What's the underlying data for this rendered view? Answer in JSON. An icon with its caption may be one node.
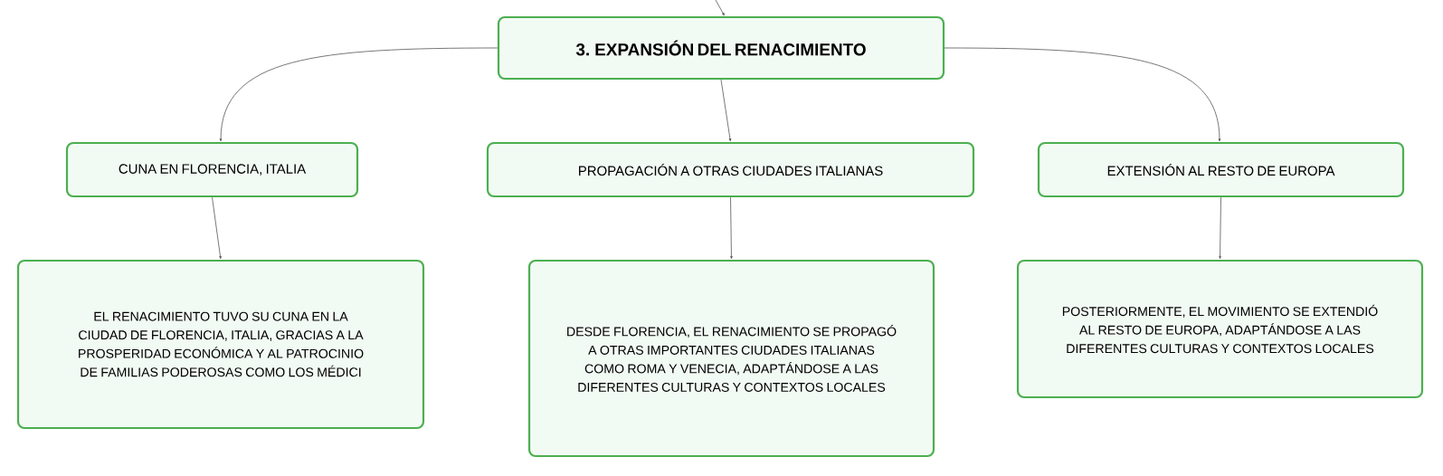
{
  "diagram": {
    "nodes": [
      {
        "text": [
          "3. EXPANSIÓN DEL RENACIMIENTO"
        ]
      },
      {
        "text": [
          "CUNA EN FLORENCIA, ITALIA"
        ]
      },
      {
        "text": [
          "PROPAGACIÓN A OTRAS CIUDADES ITALIANAS"
        ]
      },
      {
        "text": [
          "EXTENSIÓN AL RESTO DE EUROPA"
        ]
      },
      {
        "text": [
          "EL RENACIMIENTO TUVO SU CUNA EN LA CIUDAD DE FLORENCIA, ITALIA, GRACIAS A LA PROSPERIDAD ECONÓMICA Y AL PATROCINIO DE FAMILIAS PODEROSAS COMO LOS MÉDICI"
        ]
      },
      {
        "text": [
          "DESDE FLORENCIA, EL RENACIMIENTO SE PROPAGÓ A OTRAS IMPORTANTES CIUDADES ITALIANAS COMO ROMA Y VENECIA, ADAPTÁNDOSE A LAS DIFERENTES CULTURAS Y CONTEXTOS LOCALES"
        ]
      },
      {
        "text": [
          "POSTERIORMENTE, EL MOVIMIENTO SE EXTENDIÓ AL RESTO DE EUROPA, ADAPTÁNDOSE A LAS DIFERENTES CULTURAS Y CONTEXTOS LOCALES"
        ]
      }
    ],
    "edges": [
      {
        "from": null,
        "to": 0,
        "arrow": "to"
      },
      {
        "from": 0,
        "to": 1,
        "arrow": "to"
      },
      {
        "from": 0,
        "to": 2,
        "arrow": "to"
      },
      {
        "from": 0,
        "to": 3,
        "arrow": "to"
      },
      {
        "from": 1,
        "to": 4,
        "arrow": "to"
      },
      {
        "from": 2,
        "to": 5,
        "arrow": "to"
      },
      {
        "from": 3,
        "to": 6,
        "arrow": "to"
      }
    ]
  }
}
